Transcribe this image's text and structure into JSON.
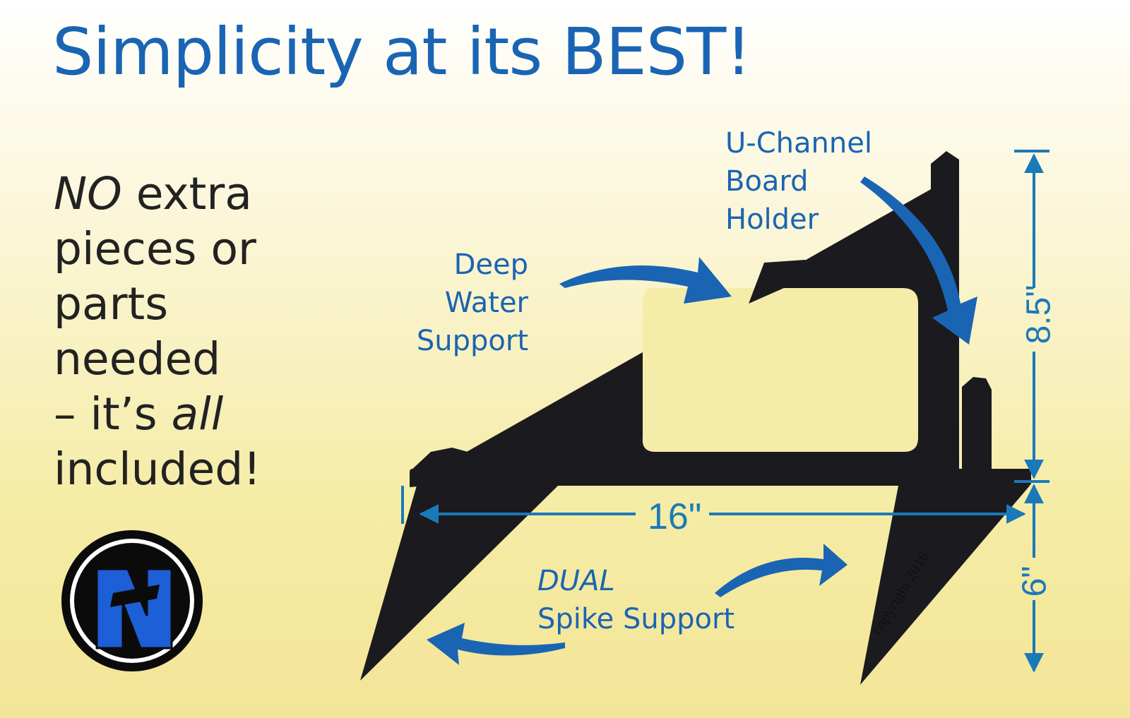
{
  "headline": "Simplicity at its BEST!",
  "left_copy": {
    "line1_em": "NO",
    "line1_rest": " extra",
    "line2": "pieces or",
    "line3": "parts",
    "line4": "needed",
    "line5_pre": "– it’s ",
    "line5_em": "all",
    "line6": "included!"
  },
  "callouts": {
    "deep_water": [
      "Deep",
      "Water",
      "Support"
    ],
    "u_channel": [
      "U-Channel",
      "Board",
      "Holder"
    ],
    "dual_em": "DUAL",
    "dual_rest": "Spike Support"
  },
  "dimensions": {
    "width": "16\"",
    "height": "8.5\"",
    "spike": "6\""
  },
  "copyright": "copyright 2016",
  "logo": {
    "letter": "N",
    "accent": "#1c5fd6"
  },
  "colors": {
    "headline": "#1a64b4",
    "dimension": "#1a7ab8",
    "product": "#1b1a1e"
  }
}
